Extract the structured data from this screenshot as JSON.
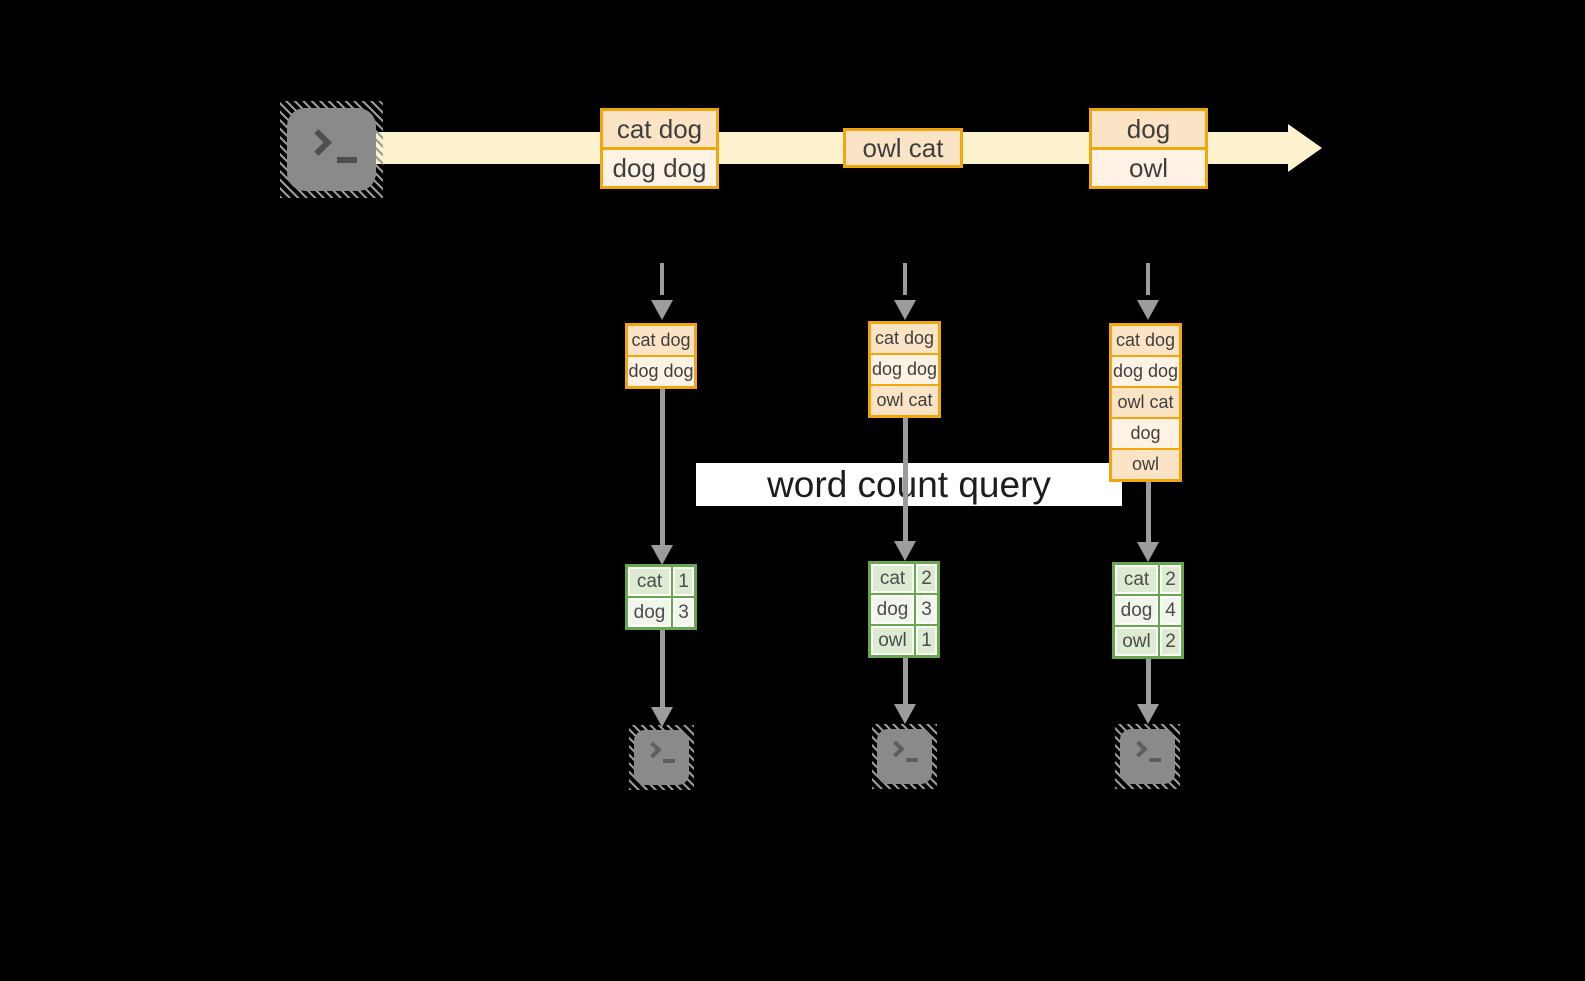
{
  "banner": {
    "label": "word count query"
  },
  "stream": {
    "source": {
      "icon": "terminal-icon"
    },
    "events": [
      {
        "lines": [
          "cat dog",
          "dog dog"
        ]
      },
      {
        "lines": [
          "owl cat"
        ]
      },
      {
        "lines": [
          "dog",
          "owl"
        ]
      }
    ]
  },
  "snapshots": [
    {
      "buffer": [
        "cat dog",
        "dog dog"
      ],
      "counts": [
        {
          "word": "cat",
          "count": 1
        },
        {
          "word": "dog",
          "count": 3
        }
      ]
    },
    {
      "buffer": [
        "cat dog",
        "dog dog",
        "owl cat"
      ],
      "counts": [
        {
          "word": "cat",
          "count": 2
        },
        {
          "word": "dog",
          "count": 3
        },
        {
          "word": "owl",
          "count": 1
        }
      ]
    },
    {
      "buffer": [
        "cat dog",
        "dog dog",
        "owl cat",
        "dog",
        "owl"
      ],
      "counts": [
        {
          "word": "cat",
          "count": 2
        },
        {
          "word": "dog",
          "count": 4
        },
        {
          "word": "owl",
          "count": 2
        }
      ]
    }
  ],
  "sinks": {
    "icon": "terminal-icon",
    "count": 3
  },
  "colors": {
    "stream_band": "#fdf2ce",
    "box_border": "#f0a60d",
    "box_fill_peach": "#fbe3c6",
    "box_fill_cream": "#fdf2e4",
    "table_border": "#69a74e",
    "table_fill_green": "#dcebd2",
    "table_fill_light": "#f1f6ec",
    "arrow_gray": "#9c9c9c",
    "terminal_gray": "#8a8a8a",
    "banner_bg": "#ffffff"
  }
}
